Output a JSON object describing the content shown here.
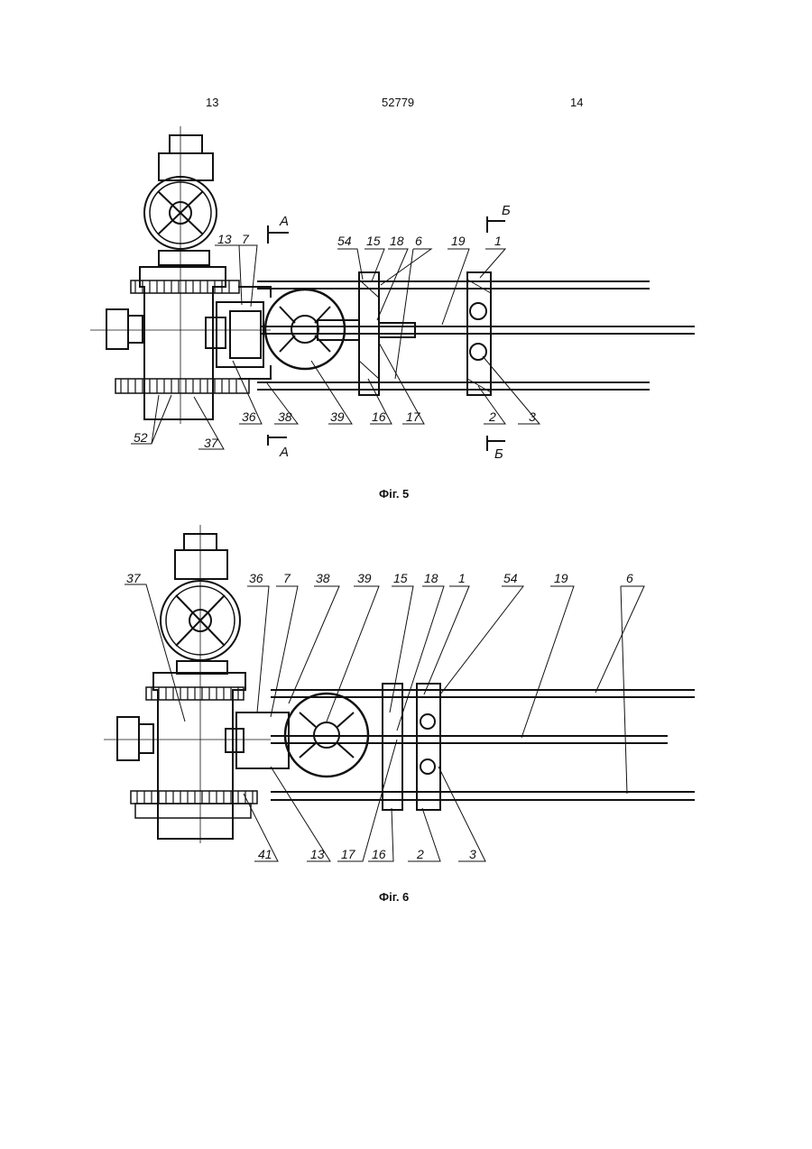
{
  "header": {
    "left_page": "13",
    "patent_number": "52779",
    "right_page": "14"
  },
  "fig5": {
    "caption": "Фіг. 5",
    "section_a": "А",
    "section_b": "Б",
    "labels": {
      "l13": "13",
      "l7": "7",
      "l54": "54",
      "l15": "15",
      "l18": "18",
      "l6": "6",
      "l19": "19",
      "l1": "1",
      "l36": "36",
      "l38": "38",
      "l39": "39",
      "l16": "16",
      "l17": "17",
      "l2": "2",
      "l3": "3",
      "l52": "52",
      "l37": "37"
    }
  },
  "fig6": {
    "caption": "Фіг. 6",
    "labels": {
      "l37": "37",
      "l36": "36",
      "l7": "7",
      "l38": "38",
      "l39": "39",
      "l15": "15",
      "l18": "18",
      "l1": "1",
      "l54": "54",
      "l19": "19",
      "l6": "6",
      "l41": "41",
      "l13": "13",
      "l17": "17",
      "l16": "16",
      "l2": "2",
      "l3": "3"
    }
  }
}
